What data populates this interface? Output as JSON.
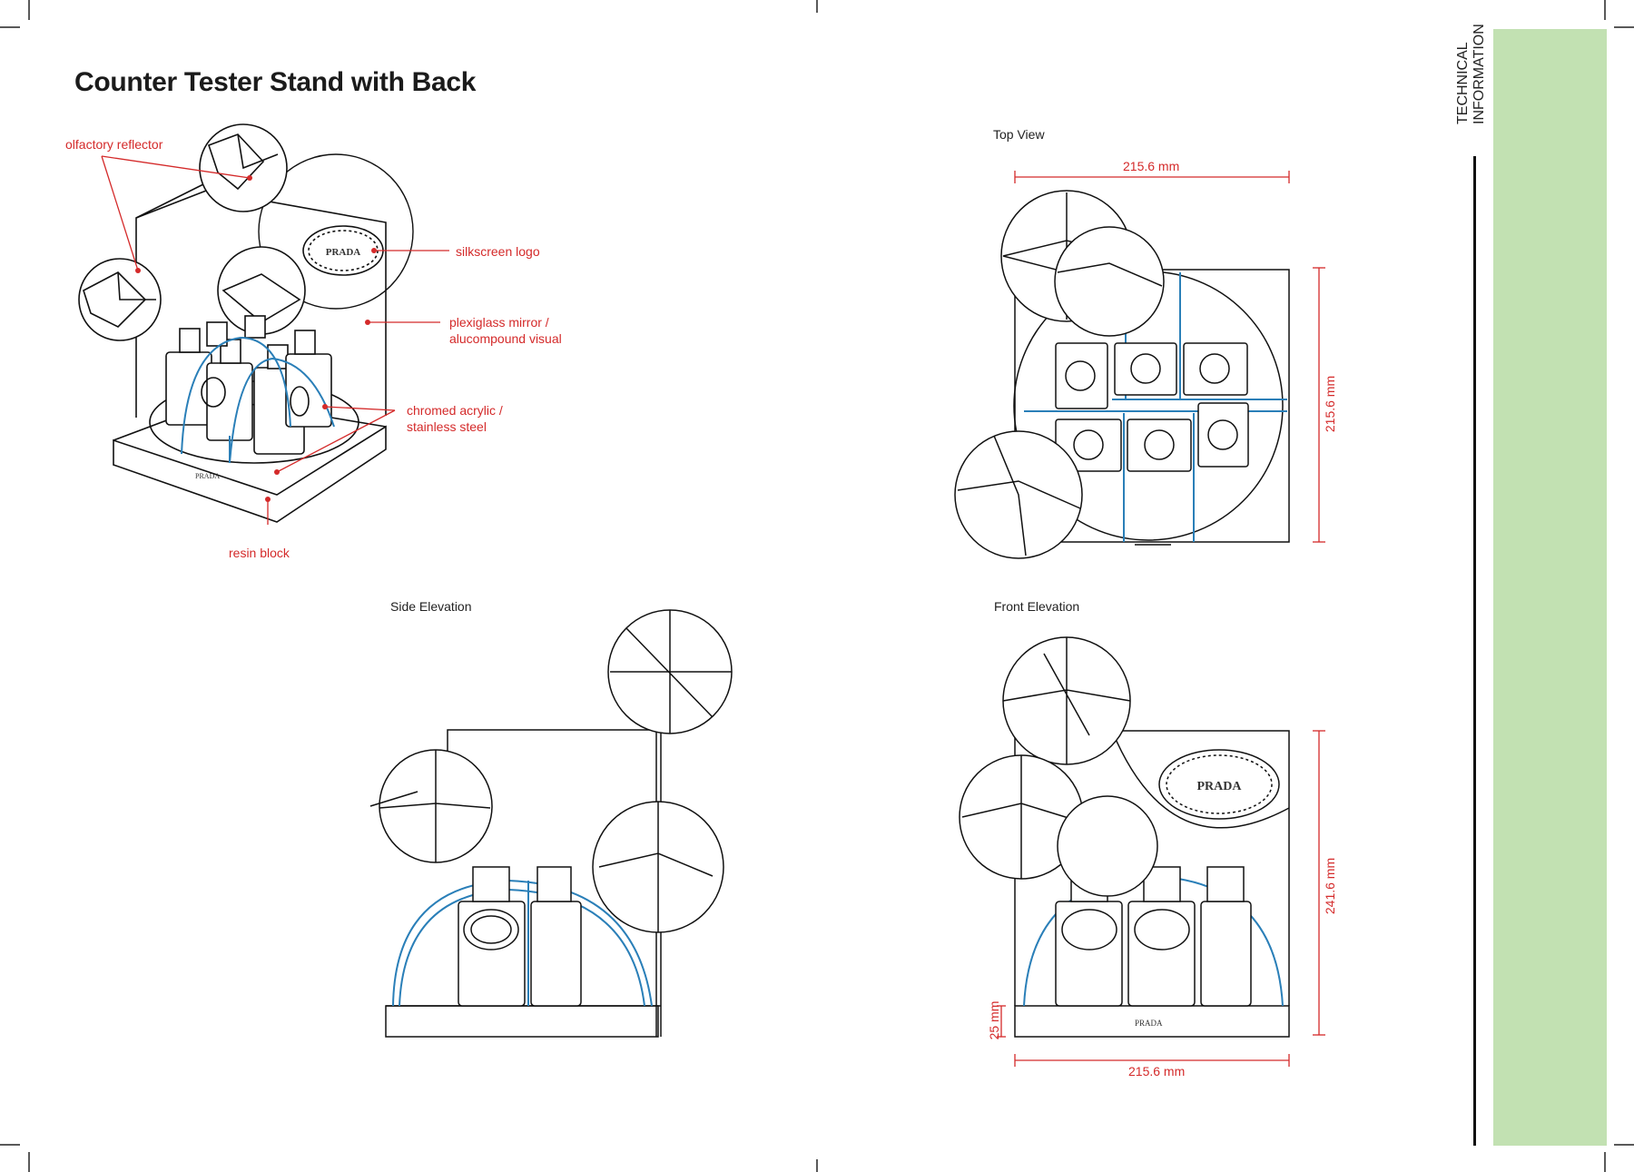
{
  "title": "Counter Tester Stand with Back",
  "sidebar": {
    "line1": "TECHNICAL",
    "line2": "INFORMATION"
  },
  "views": {
    "top": "Top View",
    "side": "Side Elevation",
    "front": "Front Elevation"
  },
  "callouts": {
    "olfactory": "olfactory reflector",
    "silkscreen": "silkscreen logo",
    "plexi_1": "plexiglass mirror /",
    "plexi_2": "alucompound visual",
    "chrome_1": "chromed acrylic /",
    "chrome_2": "stainless steel",
    "resin": "resin block"
  },
  "dimensions": {
    "top_width": "215.6 mm",
    "top_depth": "215.6 mm",
    "front_height": "241.6 mm",
    "front_base": "25 mm",
    "front_width": "215.6 mm"
  },
  "brand": "PRADA",
  "colors": {
    "annotation": "#d42a2a",
    "blue_arc": "#2a7fb8",
    "sidebar": "#c2e1b2"
  }
}
